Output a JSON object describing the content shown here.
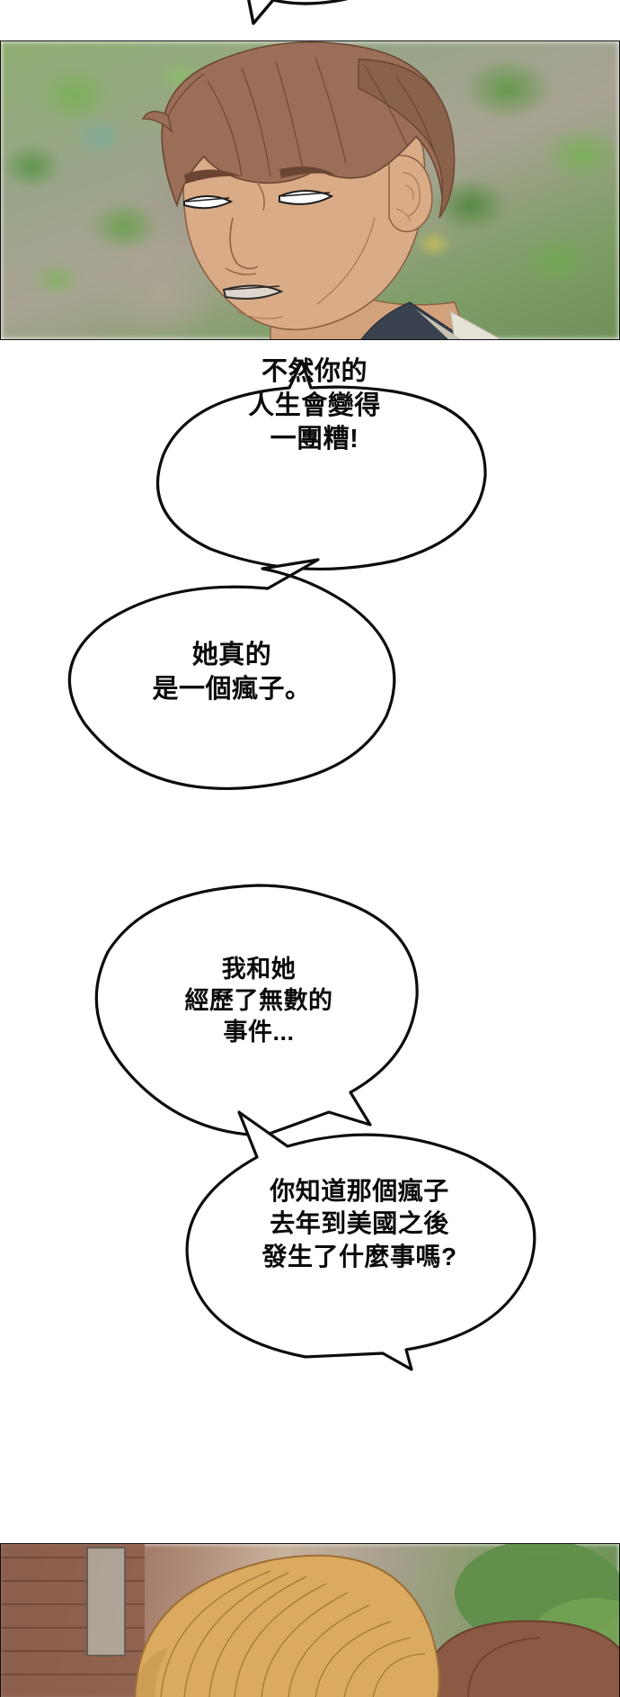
{
  "comic": {
    "title": "webtoon-comic-strip",
    "language": "zh-Hant",
    "panels": [
      {
        "name": "panel-top",
        "description": "Close-up of a young man with brown hair looking down, blurred green foliage and stone wall background",
        "border_color": "#101010",
        "background_colors": [
          "#8fae72",
          "#9aa48a",
          "#a9a393",
          "#6f9159"
        ],
        "skin_color": "#d9ab86",
        "hair_color": "#a0735b"
      },
      {
        "name": "panel-bottom",
        "description": "Back of a blonde-haired person's head with a brick wall and greenery behind",
        "border_color": "#101010",
        "background_colors": [
          "#7d5c4e",
          "#b08b78",
          "#c8b39e",
          "#6d9158"
        ],
        "hair_color": "#d9a85f"
      }
    ],
    "bubbles": [
      {
        "id": "bubble-0",
        "text": "",
        "note": "partial bubble cut off at top edge of image",
        "tail_direction": "down"
      },
      {
        "id": "bubble-1",
        "lines": [
          "不然你的",
          "人生會變得",
          "一團糟!"
        ],
        "text": "不然你的\n人生會變得\n一團糟!",
        "font_size_px": 29,
        "tail_direction": "up"
      },
      {
        "id": "bubble-2",
        "lines": [
          "她真的",
          "是一個瘋子。"
        ],
        "text": "她真的\n是一個瘋子。",
        "font_size_px": 29,
        "tail_direction": "up-right"
      },
      {
        "id": "bubble-3",
        "lines": [
          "我和她",
          "經歷了無數的",
          "事件..."
        ],
        "text": "我和她\n經歷了無數的\n事件...",
        "font_size_px": 27,
        "tail_direction": "down-right"
      },
      {
        "id": "bubble-4",
        "lines": [
          "你知道那個瘋子",
          "去年到美國之後",
          "發生了什麼事嗎?"
        ],
        "text": "你知道那個瘋子\n去年到美國之後\n發生了什麼事嗎?",
        "font_size_px": 28,
        "tail_direction": "down-left"
      }
    ],
    "colors": {
      "bubble_fill": "#ffffff",
      "bubble_stroke": "#0d0d0d",
      "text": "#0b0b0b",
      "page_background": "#ffffff"
    }
  }
}
